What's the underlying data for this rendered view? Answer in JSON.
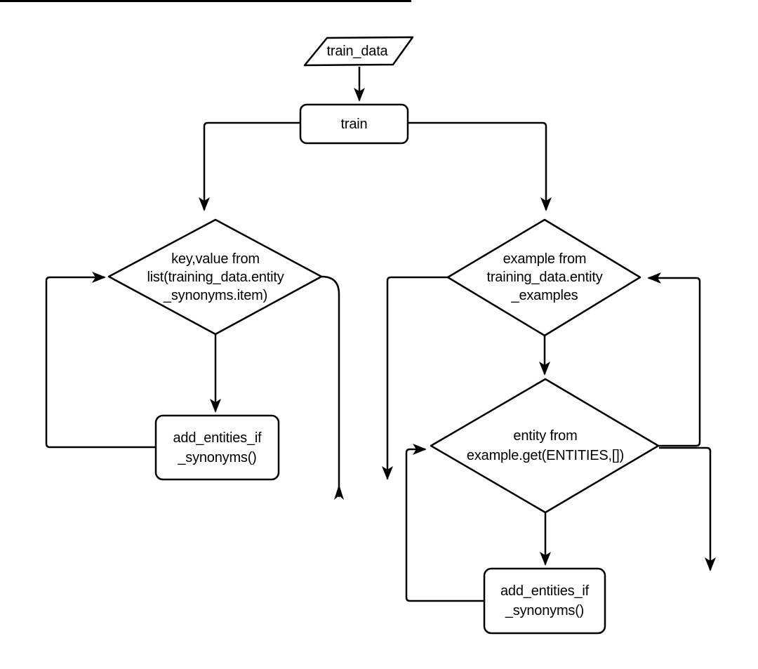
{
  "diagram": {
    "background_color": "#ffffff",
    "stroke_color": "#000000",
    "text_color": "#000000",
    "nodes": {
      "train_data": {
        "shape": "parallelogram-input",
        "label": "train_data"
      },
      "train": {
        "shape": "process",
        "label": "train"
      },
      "for_synonyms": {
        "shape": "decision-loop",
        "lines": [
          "key,value from",
          "list(training_data.entity",
          "_synonyms.item)"
        ]
      },
      "for_examples": {
        "shape": "decision-loop",
        "lines": [
          "example from",
          "training_data.entity",
          "_examples"
        ]
      },
      "for_entities": {
        "shape": "decision-loop",
        "lines": [
          "entity from",
          "example.get(ENTITIES,[])"
        ]
      },
      "add_entities_left": {
        "shape": "process",
        "lines": [
          "add_entities_if",
          "_synonyms()"
        ]
      },
      "add_entities_right": {
        "shape": "process",
        "lines": [
          "add_entities_if",
          "_synonyms()"
        ]
      }
    },
    "edges": [
      {
        "from": "train_data",
        "to": "train",
        "kind": "arrow"
      },
      {
        "from": "train",
        "to": "for_synonyms",
        "kind": "arrow"
      },
      {
        "from": "train",
        "to": "for_examples",
        "kind": "arrow"
      },
      {
        "from": "for_synonyms",
        "to": "add_entities_left",
        "kind": "arrow"
      },
      {
        "from": "add_entities_left",
        "to": "for_synonyms",
        "kind": "loop-back-arrow"
      },
      {
        "from": "for_synonyms",
        "to": "",
        "kind": "open-end-up-arrow"
      },
      {
        "from": "for_examples",
        "to": "",
        "kind": "open-end-down-arrow"
      },
      {
        "from": "for_examples",
        "to": "for_entities",
        "kind": "arrow"
      },
      {
        "from": "for_entities",
        "to": "add_entities_right",
        "kind": "arrow"
      },
      {
        "from": "add_entities_right",
        "to": "for_entities",
        "kind": "loop-back-arrow"
      },
      {
        "from": "for_entities",
        "to": "for_examples",
        "kind": "loop-back-arrow"
      },
      {
        "from": "for_entities",
        "to": "",
        "kind": "open-end-down-arrow"
      }
    ]
  }
}
